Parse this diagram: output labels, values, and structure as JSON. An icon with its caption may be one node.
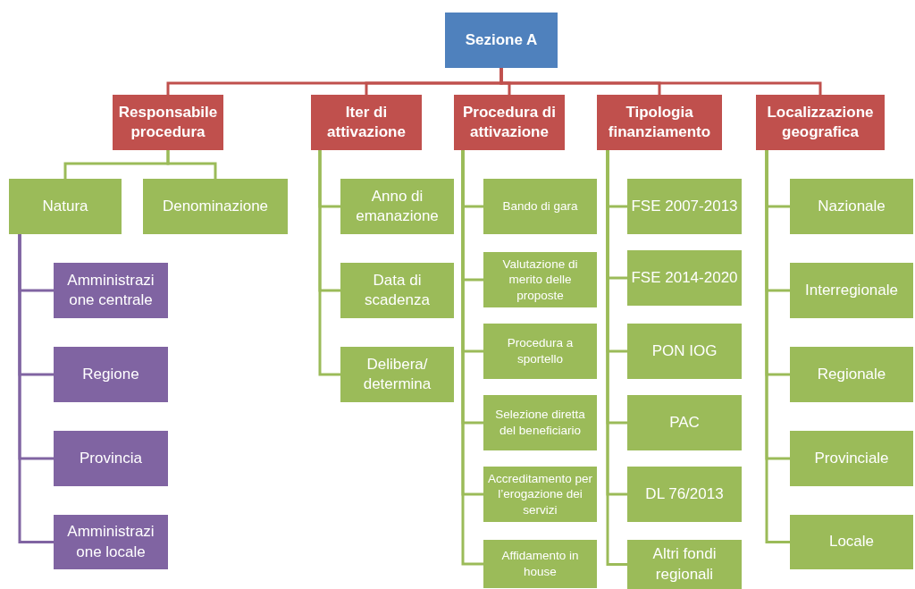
{
  "diagram": {
    "nodes": [
      {
        "text": [
          "Sezione A"
        ]
      },
      {
        "text": [
          "Responsabile procedura"
        ]
      },
      {
        "text": [
          "Iter di attivazione"
        ]
      },
      {
        "text": [
          "Procedura di attivazione"
        ]
      },
      {
        "text": [
          "Tipologia finanziamento"
        ]
      },
      {
        "text": [
          "Localizzazione geografica"
        ]
      },
      {
        "text": [
          "Natura"
        ]
      },
      {
        "text": [
          "Denominazione"
        ]
      },
      {
        "text": [
          "Amministrazi one centrale"
        ]
      },
      {
        "text": [
          "Regione"
        ]
      },
      {
        "text": [
          "Provincia"
        ]
      },
      {
        "text": [
          "Amministrazi one locale"
        ]
      },
      {
        "text": [
          "Anno di emanazione"
        ]
      },
      {
        "text": [
          "Data di scadenza"
        ]
      },
      {
        "text": [
          "Delibera/ determina"
        ]
      },
      {
        "text": [
          "Bando di gara"
        ]
      },
      {
        "text": [
          "Valutazione di merito delle proposte"
        ]
      },
      {
        "text": [
          "Procedura a sportello"
        ]
      },
      {
        "text": [
          "Selezione diretta del beneficiario"
        ]
      },
      {
        "text": [
          "Accreditamento per l’erogazione dei servizi"
        ]
      },
      {
        "text": [
          "Affidamento in house"
        ]
      },
      {
        "text": [
          "FSE 2007-2013"
        ]
      },
      {
        "text": [
          "FSE 2014-2020"
        ]
      },
      {
        "text": [
          "PON IOG"
        ]
      },
      {
        "text": [
          "PAC"
        ]
      },
      {
        "text": [
          "DL 76/2013"
        ]
      },
      {
        "text": [
          "Altri fondi regionali"
        ]
      },
      {
        "text": [
          "Nazionale"
        ]
      },
      {
        "text": [
          "Interregionale"
        ]
      },
      {
        "text": [
          "Regionale"
        ]
      },
      {
        "text": [
          "Provinciale"
        ]
      },
      {
        "text": [
          "Locale"
        ]
      }
    ],
    "edges": [
      {
        "from": 0,
        "to": 1,
        "arrow": "none",
        "color": "#c0504d"
      },
      {
        "from": 0,
        "to": 2,
        "arrow": "none",
        "color": "#c0504d"
      },
      {
        "from": 0,
        "to": 3,
        "arrow": "none",
        "color": "#c0504d"
      },
      {
        "from": 0,
        "to": 4,
        "arrow": "none",
        "color": "#c0504d"
      },
      {
        "from": 0,
        "to": 5,
        "arrow": "none",
        "color": "#c0504d"
      },
      {
        "from": 1,
        "to": 6,
        "arrow": "none"
      },
      {
        "from": 1,
        "to": 7,
        "arrow": "none"
      },
      {
        "from": 6,
        "to": 8,
        "arrow": "none",
        "color": "#8064a2"
      },
      {
        "from": 6,
        "to": 9,
        "arrow": "none",
        "color": "#8064a2"
      },
      {
        "from": 6,
        "to": 10,
        "arrow": "none",
        "color": "#8064a2"
      },
      {
        "from": 6,
        "to": 11,
        "arrow": "none",
        "color": "#8064a2"
      },
      {
        "from": 2,
        "to": 12,
        "arrow": "none"
      },
      {
        "from": 2,
        "to": 13,
        "arrow": "none"
      },
      {
        "from": 2,
        "to": 14,
        "arrow": "none"
      },
      {
        "from": 3,
        "to": 15,
        "arrow": "none"
      },
      {
        "from": 3,
        "to": 16,
        "arrow": "none"
      },
      {
        "from": 3,
        "to": 17,
        "arrow": "none"
      },
      {
        "from": 3,
        "to": 18,
        "arrow": "none"
      },
      {
        "from": 3,
        "to": 19,
        "arrow": "none"
      },
      {
        "from": 3,
        "to": 20,
        "arrow": "none"
      },
      {
        "from": 4,
        "to": 21,
        "arrow": "none"
      },
      {
        "from": 4,
        "to": 22,
        "arrow": "none"
      },
      {
        "from": 4,
        "to": 23,
        "arrow": "none"
      },
      {
        "from": 4,
        "to": 24,
        "arrow": "none"
      },
      {
        "from": 4,
        "to": 25,
        "arrow": "none"
      },
      {
        "from": 4,
        "to": 26,
        "arrow": "none"
      },
      {
        "from": 5,
        "to": 27,
        "arrow": "none"
      },
      {
        "from": 5,
        "to": 28,
        "arrow": "none"
      },
      {
        "from": 5,
        "to": 29,
        "arrow": "none"
      },
      {
        "from": 5,
        "to": 30,
        "arrow": "none"
      },
      {
        "from": 5,
        "to": 31,
        "arrow": "none"
      }
    ]
  }
}
